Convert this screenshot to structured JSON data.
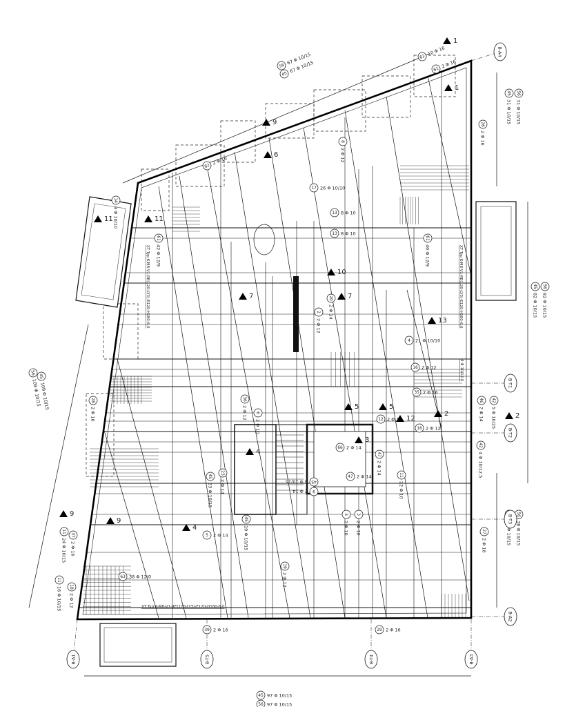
{
  "drawing": {
    "grid_axes": [
      "B-A1",
      "B-T5",
      "B-T4",
      "B-A3",
      "B-A4",
      "B-T1",
      "B-T2",
      "B-T3",
      "B-A2"
    ],
    "dimension_labels": [
      {
        "mark": "45",
        "text": "97 Φ 10/15"
      },
      {
        "mark": "56",
        "text": "97 Φ 10/15"
      },
      {
        "mark": "56",
        "text": "31 Φ 10/15"
      },
      {
        "mark": "45",
        "text": "31 Φ 10/15"
      },
      {
        "mark": "56",
        "text": "82 Φ 10/15"
      },
      {
        "mark": "45",
        "text": "82 Φ 10/15"
      },
      {
        "mark": "56",
        "text": "38 Φ 10/15"
      },
      {
        "mark": "45",
        "text": "38 Φ 10/15"
      },
      {
        "mark": "56",
        "text": "67 Φ 10/15"
      },
      {
        "mark": "45",
        "text": "67 Φ 10/15"
      },
      {
        "mark": "56",
        "text": "109 Φ 10/15"
      },
      {
        "mark": "45",
        "text": "109 Φ 10/15"
      }
    ],
    "rebar_labels": [
      {
        "mark": "39",
        "text": "2 Φ 16"
      },
      {
        "mark": "29",
        "text": "2 Φ 16"
      },
      {
        "mark": "26",
        "text": "2 Φ 16"
      },
      {
        "mark": "27",
        "text": "2 Φ 16"
      },
      {
        "mark": "42",
        "text": "4 Φ 10/12.5"
      },
      {
        "mark": "46",
        "text": "2 Φ 14"
      },
      {
        "mark": "42",
        "text": "5 Φ 10/25"
      },
      {
        "mark": "62",
        "text": "2 Φ 16"
      },
      {
        "mark": "62",
        "text": "10 Φ 16"
      },
      {
        "mark": "61",
        "text": "2 Φ 16"
      },
      {
        "mark": "14",
        "text": "9 Φ 10/10"
      },
      {
        "mark": "28",
        "text": "2 Φ 16"
      },
      {
        "mark": "11",
        "text": "24 Φ 10/15"
      },
      {
        "mark": "37",
        "text": "2 Φ 16"
      },
      {
        "mark": "11",
        "text": "16 Φ 10/15"
      },
      {
        "mark": "18",
        "text": "2 Φ 12"
      },
      {
        "mark": "8",
        "text": "2 Φ 12"
      },
      {
        "mark": "17",
        "text": "26 Φ 10/10"
      },
      {
        "mark": "13",
        "text": "8 Φ 10"
      },
      {
        "mark": "13",
        "text": "8 Φ 10"
      },
      {
        "mark": "45",
        "text": "6 Φ 10/15"
      },
      {
        "mark": "9",
        "text": "2 Φ 14"
      },
      {
        "mark": "5",
        "text": "2 Φ 14"
      },
      {
        "mark": "66",
        "text": "2 Φ 14"
      },
      {
        "mark": "47",
        "text": "2 Φ 14"
      },
      {
        "mark": "47",
        "text": "2 Φ 14"
      },
      {
        "mark": "45",
        "text": "23 Φ 10/15"
      },
      {
        "mark": "23",
        "text": "2 Φ 14"
      },
      {
        "mark": "63",
        "text": "38 Φ 12/0"
      },
      {
        "mark": "45",
        "text": "19 Φ 10/15"
      },
      {
        "mark": "19",
        "text": "2 Φ 12"
      },
      {
        "mark": "35",
        "text": "2 Φ 16"
      },
      {
        "mark": "16",
        "text": "2 Φ 12"
      },
      {
        "mark": "16",
        "text": "2 Φ 12"
      },
      {
        "mark": "4",
        "text": "21 Φ 10/10"
      },
      {
        "mark": "11",
        "text": "22 Φ 10"
      },
      {
        "mark": "61",
        "text": "42 Φ 12/9"
      },
      {
        "mark": "61",
        "text": "40 Φ 12/9"
      },
      {
        "mark": "20",
        "text": "2 Φ 14"
      },
      {
        "mark": "36",
        "text": "2 Φ 12"
      },
      {
        "mark": "2",
        "text": "2 Φ 12"
      },
      {
        "mark": "12",
        "text": "2 Φ 12"
      },
      {
        "mark": "6",
        "text": "2 Φ 10"
      },
      {
        "mark": "3",
        "text": "2 Φ 10"
      },
      {
        "mark": "3",
        "text": "2 Φ 10"
      }
    ],
    "section_markers": [
      "1",
      "1",
      "9",
      "9",
      "11",
      "11",
      "7",
      "7",
      "10",
      "6",
      "4",
      "5",
      "5",
      "13",
      "12",
      "2",
      "2",
      "3",
      "9",
      "4"
    ],
    "notes": [
      "XT Typ K-M8-V1-RE(120-LY3)-E120-H180-6.0",
      "XT Typ K-M8-V1-RE(120-LY3)-E120-H180-6.0",
      "XT Typ K-M8-V1-RE(120-LY3)-E120-H180-6.0",
      "4 Φ 10/12.5"
    ]
  }
}
